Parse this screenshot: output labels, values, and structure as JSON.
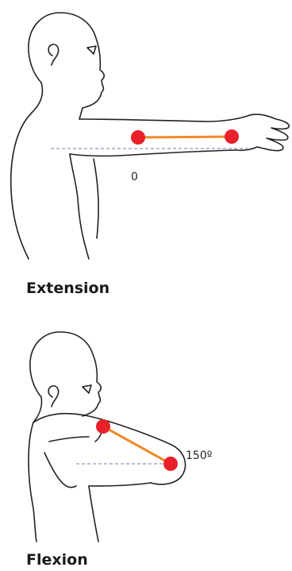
{
  "panels": [
    {
      "label": "Extension",
      "angle_label": "0",
      "angle_degrees": 0
    },
    {
      "label": "Flexion",
      "angle_label": "150º",
      "angle_degrees": 150
    }
  ],
  "colors": {
    "marker": "#e8212b",
    "segment": "#f08a2a",
    "outline": "#222222",
    "reference_line": "#6b7ea8",
    "background": "#ffffff"
  }
}
